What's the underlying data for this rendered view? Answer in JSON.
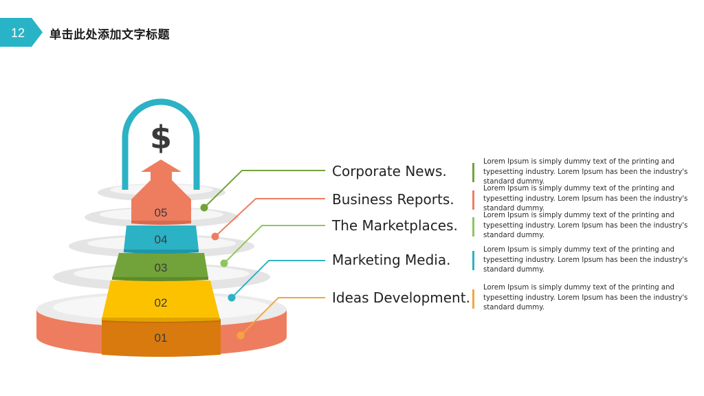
{
  "slide": {
    "number": "12",
    "title": "单击此处添加文字标题",
    "accent_color": "#29B3C6"
  },
  "pyramid": {
    "symbol": "$",
    "levels": [
      {
        "num": "01",
        "color": "#D97A0E"
      },
      {
        "num": "02",
        "color": "#FCC200"
      },
      {
        "num": "03",
        "color": "#72A33A"
      },
      {
        "num": "04",
        "color": "#2BB2C5"
      },
      {
        "num": "05",
        "color": "#EE7D5F"
      }
    ]
  },
  "items": [
    {
      "label": "Corporate  News.",
      "color": "#72A33A",
      "desc": "Lorem Ipsum is simply dummy text of the printing and typesetting industry. Lorem Ipsum has been the industry's standard dummy."
    },
    {
      "label": "Business Reports.",
      "color": "#EE7D5F",
      "desc": "Lorem Ipsum is simply dummy text of the printing and typesetting industry. Lorem Ipsum has been the industry's standard dummy."
    },
    {
      "label": "The Marketplaces.",
      "color": "#8DC65B",
      "desc": "Lorem Ipsum is simply dummy text of the printing and typesetting industry. Lorem Ipsum has been the industry's standard dummy."
    },
    {
      "label": "Marketing Media.",
      "color": "#2BB2C5",
      "desc": "Lorem Ipsum is simply dummy text of the printing and typesetting industry. Lorem Ipsum has been the industry's standard dummy."
    },
    {
      "label": "Ideas Development.",
      "color": "#F4A53F",
      "desc": "Lorem Ipsum is simply dummy text of the printing and typesetting industry. Lorem Ipsum has been the industry's standard dummy."
    }
  ]
}
